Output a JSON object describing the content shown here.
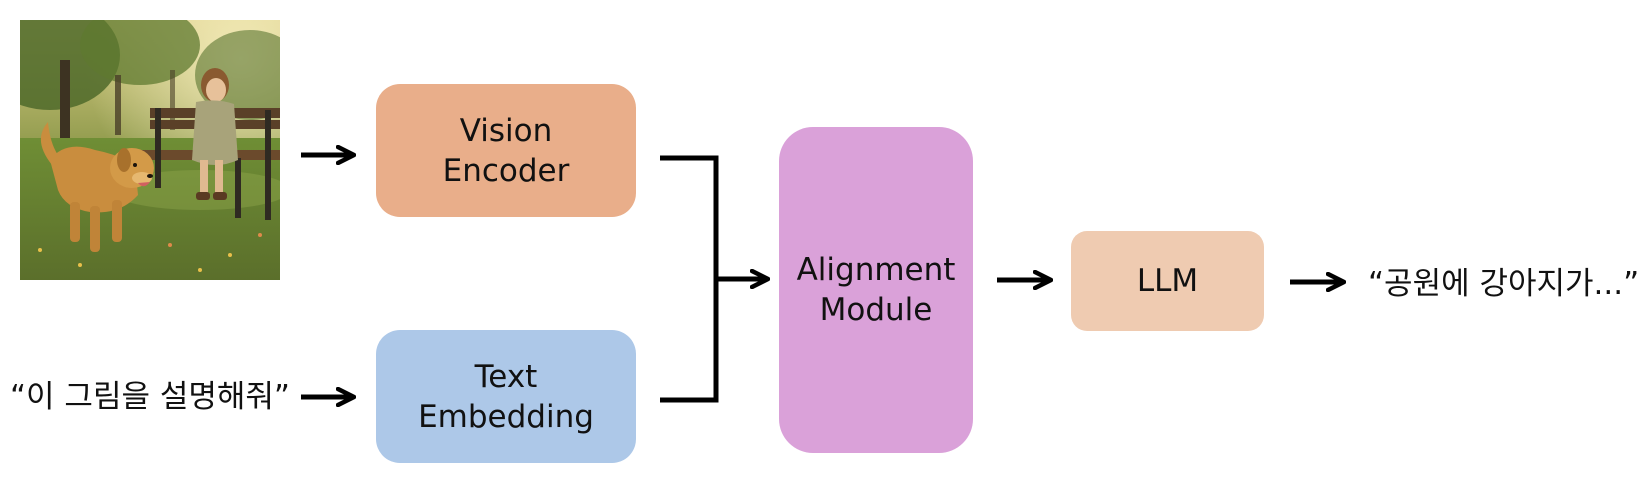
{
  "diagram": {
    "input_image": {
      "description_icon": "photo-park-dog-girl"
    },
    "input_text": "“이 그림을 설명해줘”",
    "boxes": {
      "vision_encoder": "Vision\nEncoder",
      "text_embedding": "Text\nEmbedding",
      "alignment_module": "Alignment\nModule",
      "llm": "LLM"
    },
    "output_text": "“공원에 강아지가...”",
    "colors": {
      "vision_encoder": "#E9AE8A",
      "text_embedding": "#ADC8E8",
      "alignment_module": "#DAA1D9",
      "llm": "#EFCBB1",
      "arrows": "#000000"
    }
  }
}
